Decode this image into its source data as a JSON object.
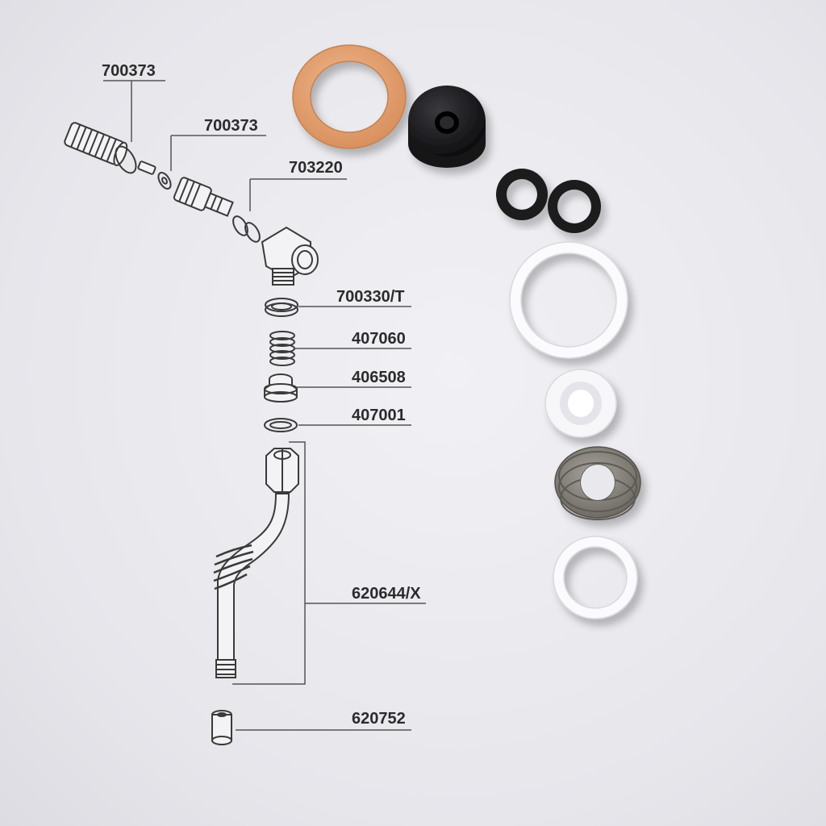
{
  "labels": {
    "l1": "700373",
    "l2": "700373",
    "l3": "703220",
    "l4": "700330/T",
    "l5": "407060",
    "l6": "406508",
    "l7": "407001",
    "l8": "620644/X",
    "l9": "620752"
  },
  "colors": {
    "copper": "#e7a574",
    "black": "#1c1c1e",
    "white_ptfe": "#fbfbfd",
    "steel": "#8b8780",
    "drawing_ink": "#3a3a3a"
  }
}
